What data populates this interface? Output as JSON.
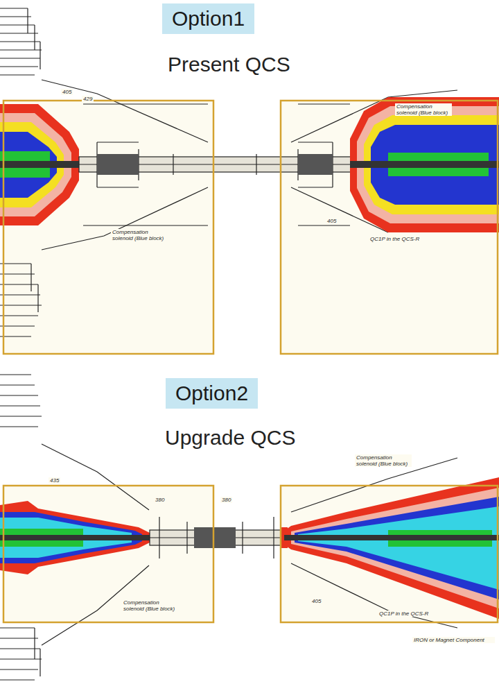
{
  "diagram": {
    "nodes": [
      {
        "text": [
          "Option1"
        ]
      },
      {
        "text": [
          "Option2"
        ]
      }
    ],
    "labels": [
      "Present QCS",
      "405",
      "429",
      "Compensation solenoid (Blue block)",
      "405",
      "Compensation solenoid (Blue block)",
      "QC1P in the QCS-R",
      "Upgrade QCS",
      "435",
      "380",
      "380",
      "Compensation solenoid (Blue block)",
      "405",
      "Compensation solenoid (Blue block)",
      "QC1P in the QCS-R",
      "IRON or Magnet Component"
    ]
  }
}
